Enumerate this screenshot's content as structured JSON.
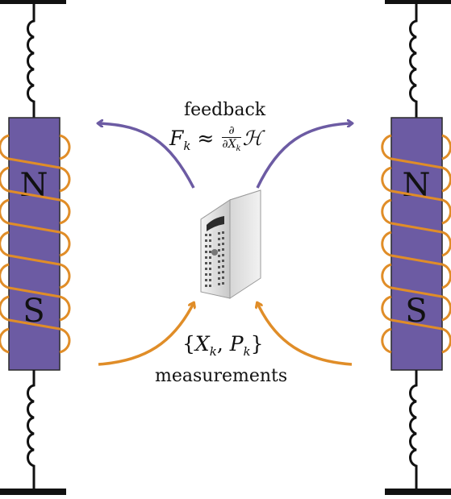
{
  "feedback": {
    "label": "feedback",
    "lhs": "F",
    "lhs_sub": "k",
    "approx": "≈",
    "frac_num": "∂",
    "frac_den_d": "∂",
    "frac_den_var": "X",
    "frac_den_sub": "k",
    "rhs": "ℋ"
  },
  "measurements": {
    "label": "measurements",
    "set_open": "{",
    "x": "X",
    "x_sub": "k",
    "sep": ", ",
    "p": "P",
    "p_sub": "k",
    "set_close": "}"
  },
  "magnets": [
    {
      "north": "N",
      "south": "S"
    },
    {
      "north": "N",
      "south": "S"
    }
  ],
  "colors": {
    "magnet": "#6c5ba3",
    "coil": "#e08d28",
    "feedback_arrow": "#6c5ba3",
    "measurement_arrow": "#e08d28",
    "spring": "#111111"
  },
  "icons": {
    "controller": "computer-server-icon"
  }
}
